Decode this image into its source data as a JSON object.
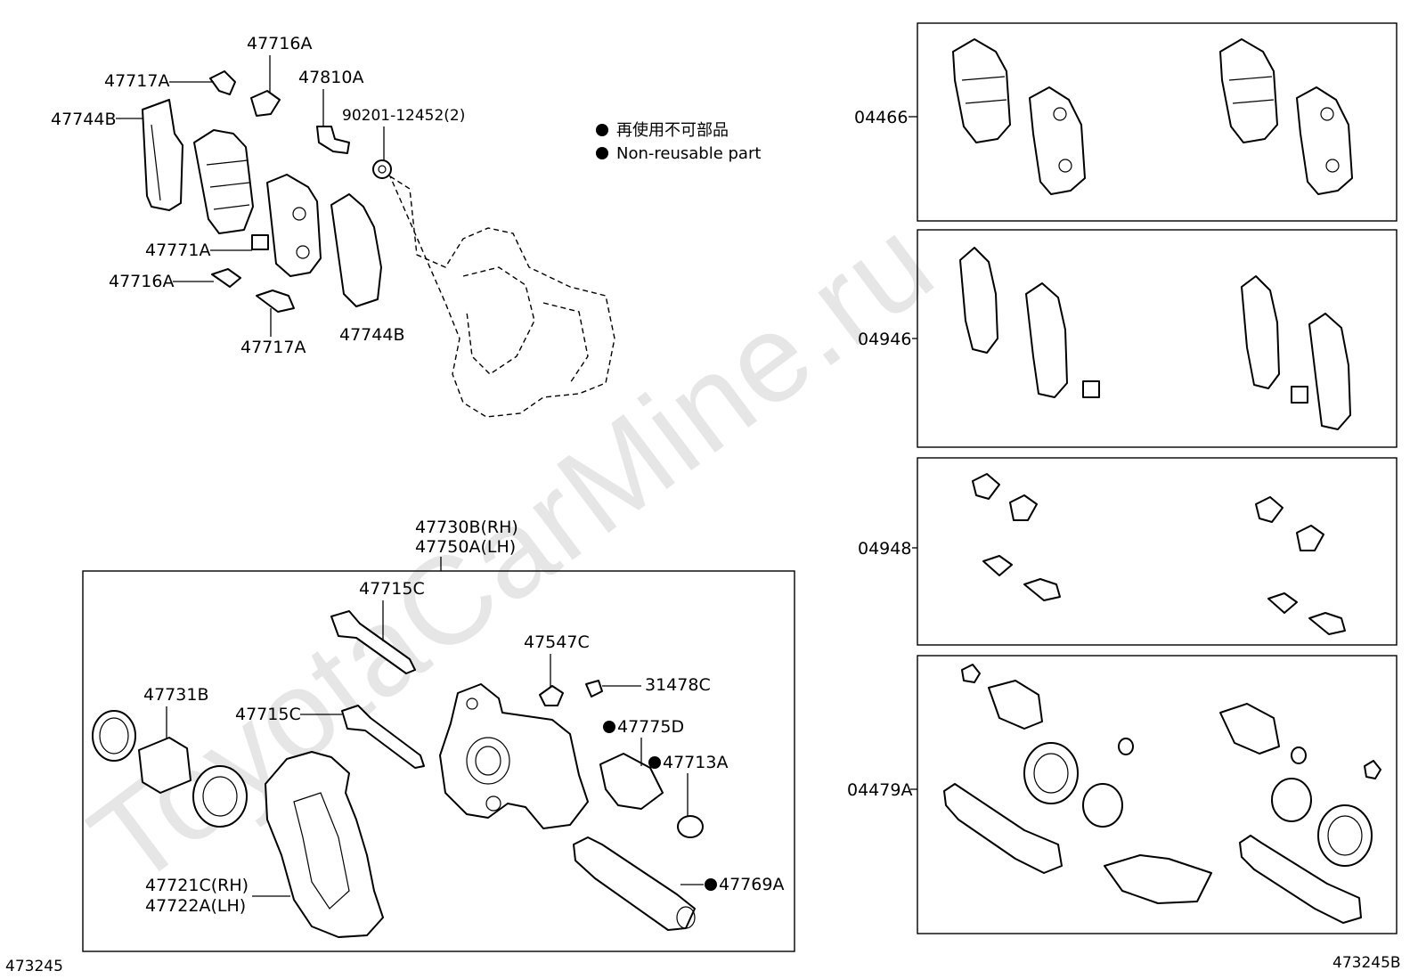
{
  "watermark": "ToyotaCarMine.ru",
  "diagram_id_left": "473245",
  "diagram_id_right": "473245B",
  "legend": {
    "line_jp": "再使用不可部品",
    "line_en": "Non-reusable part"
  },
  "upper_labels": {
    "p47716A_top": "47716A",
    "p47717A_top": "47717A",
    "p47810A": "47810A",
    "p90201": "90201-12452(2)",
    "p47744B_left": "47744B",
    "p47771A": "47771A",
    "p47716A_bottom": "47716A",
    "p47717A_bottom": "47717A",
    "p47744B_right": "47744B"
  },
  "assembly": {
    "title_rh": "47730B(RH)",
    "title_lh": "47750A(LH)",
    "p47715C_top": "47715C",
    "p47547C": "47547C",
    "p31478C": "31478C",
    "p47731B": "47731B",
    "p47715C_mid": "47715C",
    "p47775D": "47775D",
    "p47713A": "47713A",
    "p47721C": "47721C(RH)",
    "p47722A": "47722A(LH)",
    "p47769A": "47769A"
  },
  "kits": [
    {
      "code": "04466"
    },
    {
      "code": "04946"
    },
    {
      "code": "04948"
    },
    {
      "code": "04479A"
    }
  ]
}
